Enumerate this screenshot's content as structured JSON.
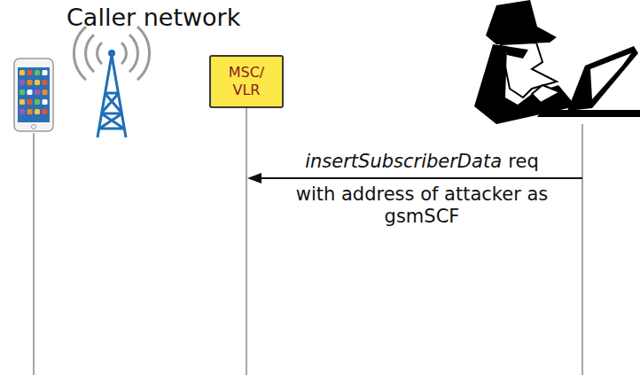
{
  "diagram": {
    "title": "Caller network",
    "nodes": [
      {
        "text": [
          "MSC/VLR"
        ]
      }
    ],
    "labels": [
      "insertSubscriberData",
      "req",
      "with address of attacker as gsmSCF"
    ]
  }
}
